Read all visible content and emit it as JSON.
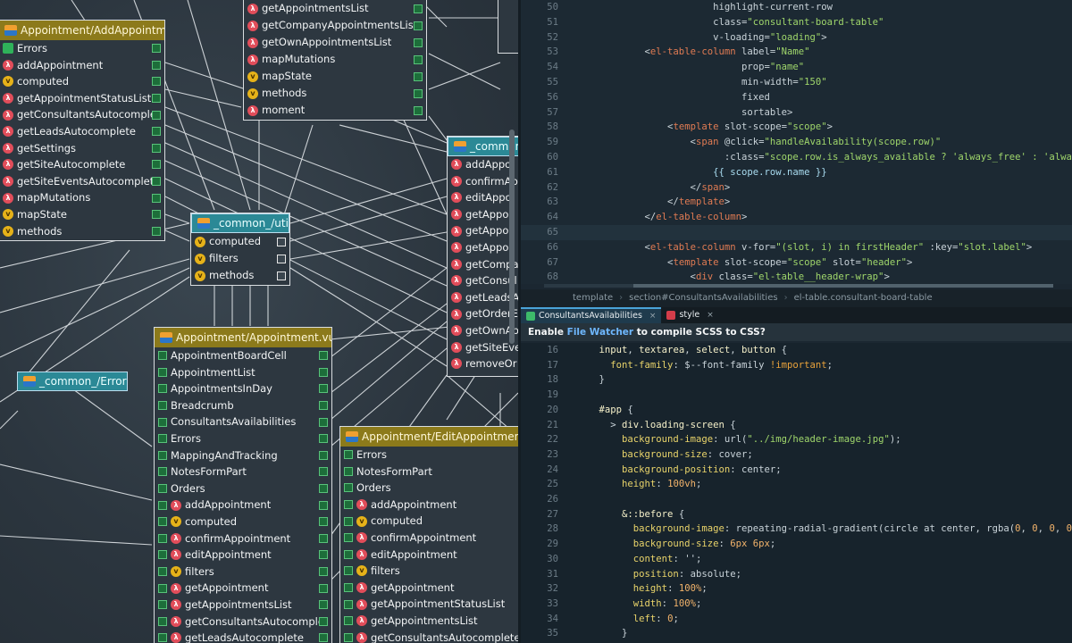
{
  "diagram": {
    "box_addappt": {
      "title": "Appointment/AddAppointment.vue",
      "items": [
        "Errors",
        "addAppointment",
        "computed",
        "getAppointmentStatusList",
        "getConsultantsAutocomplete",
        "getLeadsAutocomplete",
        "getSettings",
        "getSiteAutocomplete",
        "getSiteEventsAutocomplete",
        "mapMutations",
        "mapState",
        "methods"
      ]
    },
    "box_top": {
      "items": [
        "getAppointmentsList",
        "getCompanyAppointmentsList",
        "getOwnAppointmentsList",
        "mapMutations",
        "mapState",
        "methods",
        "moment"
      ]
    },
    "box_util": {
      "title": "_common_/util.js",
      "items": [
        "computed",
        "filters",
        "methods"
      ]
    },
    "box_common_right": {
      "title": "_common",
      "items": [
        "addAppoi",
        "confirmApp",
        "editAppoi",
        "getAppoi",
        "getAppoi",
        "getAppoi",
        "getCompa",
        "getConsul",
        "getLeadsA",
        "getOrderE",
        "getOwnAp",
        "getSiteEve",
        "removeOr"
      ]
    },
    "box_errors": {
      "title": "_common_/Errors.js"
    },
    "box_appointment": {
      "title": "Appointment/Appointment.vue",
      "items": [
        "AppointmentBoardCell",
        "AppointmentList",
        "AppointmentsInDay",
        "Breadcrumb",
        "ConsultantsAvailabilities",
        "Errors",
        "MappingAndTracking",
        "NotesFormPart",
        "Orders",
        "addAppointment",
        "computed",
        "confirmAppointment",
        "editAppointment",
        "filters",
        "getAppointment",
        "getAppointmentsList",
        "getConsultantsAutocomplete",
        "getLeadsAutocomplete"
      ]
    },
    "box_edit": {
      "title": "Appointment/EditAppointment.vue",
      "items": [
        "Errors",
        "NotesFormPart",
        "Orders",
        "addAppointment",
        "computed",
        "confirmAppointment",
        "editAppointment",
        "filters",
        "getAppointment",
        "getAppointmentStatusList",
        "getAppointmentsList",
        "getConsultantsAutocomplete"
      ]
    }
  },
  "editor": {
    "top_lines": [
      {
        "n": "50",
        "t": "                        highlight-current-row"
      },
      {
        "n": "51",
        "t": "                        class=\"consultant-board-table\""
      },
      {
        "n": "52",
        "t": "                        v-loading=\"loading\">"
      },
      {
        "n": "53",
        "t": "            <el-table-column label=\"Name\""
      },
      {
        "n": "54",
        "t": "                             prop=\"name\""
      },
      {
        "n": "55",
        "t": "                             min-width=\"150\""
      },
      {
        "n": "56",
        "t": "                             fixed"
      },
      {
        "n": "57",
        "t": "                             sortable>"
      },
      {
        "n": "58",
        "t": "                <template slot-scope=\"scope\">"
      },
      {
        "n": "59",
        "t": "                    <span @click=\"handleAvailability(scope.row)\""
      },
      {
        "n": "60",
        "t": "                          :class=\"scope.row.is_always_available ? 'always_free' : 'always_unavailable'\">"
      },
      {
        "n": "61",
        "t": "                        {{ scope.row.name }}"
      },
      {
        "n": "62",
        "t": "                    </span>"
      },
      {
        "n": "63",
        "t": "                </template>"
      },
      {
        "n": "64",
        "t": "            </el-table-column>"
      },
      {
        "n": "65",
        "t": ""
      },
      {
        "n": "66",
        "t": "            <el-table-column v-for=\"(slot, i) in firstHeader\" :key=\"slot.label\">"
      },
      {
        "n": "67",
        "t": "                <template slot-scope=\"scope\" slot=\"header\">"
      },
      {
        "n": "68",
        "t": "                    <div class=\"el-table__header-wrap\">"
      }
    ],
    "breadcrumb": [
      "template",
      "section#ConsultantsAvailabilities",
      "el-table.consultant-board-table"
    ],
    "tabs": [
      {
        "label": "ConsultantsAvailabilities",
        "active": true
      },
      {
        "label": "style",
        "active": false
      }
    ],
    "banner": {
      "before": "Enable ",
      "link": "File Watcher",
      "after": " to compile SCSS to CSS?"
    },
    "bottom_lines": [
      {
        "n": "16",
        "t": "    input, textarea, select, button {"
      },
      {
        "n": "17",
        "t": "      font-family: $--font-family !important;"
      },
      {
        "n": "18",
        "t": "    }"
      },
      {
        "n": "19",
        "t": ""
      },
      {
        "n": "20",
        "t": "    #app {"
      },
      {
        "n": "21",
        "t": "      > div.loading-screen {"
      },
      {
        "n": "22",
        "t": "        background-image: url(\"../img/header-image.jpg\");"
      },
      {
        "n": "23",
        "t": "        background-size: cover;"
      },
      {
        "n": "24",
        "t": "        background-position: center;"
      },
      {
        "n": "25",
        "t": "        height: 100vh;"
      },
      {
        "n": "26",
        "t": ""
      },
      {
        "n": "27",
        "t": "        &::before {"
      },
      {
        "n": "28",
        "t": "          background-image: repeating-radial-gradient(circle at center, rgba(0, 0, 0, 0.4), rgba(0, 0, 0"
      },
      {
        "n": "29",
        "t": "          background-size: 6px 6px;"
      },
      {
        "n": "30",
        "t": "          content: '';"
      },
      {
        "n": "31",
        "t": "          position: absolute;"
      },
      {
        "n": "32",
        "t": "          height: 100%;"
      },
      {
        "n": "33",
        "t": "          width: 100%;"
      },
      {
        "n": "34",
        "t": "          left: 0;"
      },
      {
        "n": "35",
        "t": "        }"
      }
    ]
  },
  "colors": {
    "editor_bg": "#1c2933",
    "diagram_bg": "#2c363f",
    "box_head_yellow": "#8c7a1b",
    "box_head_teal": "#2b8996"
  }
}
